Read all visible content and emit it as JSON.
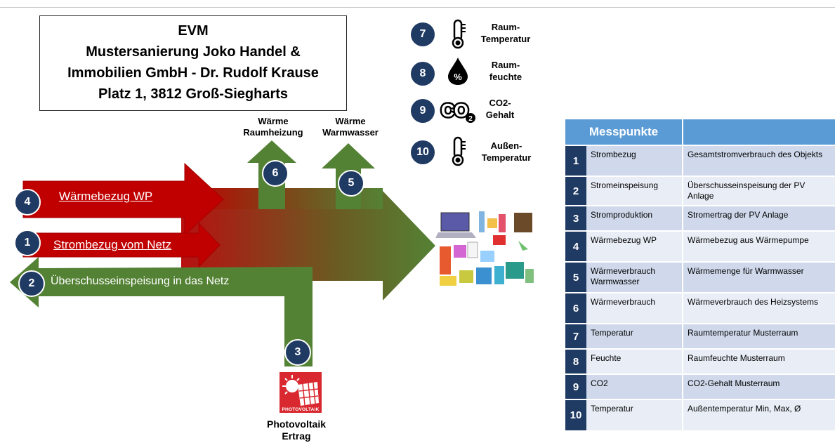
{
  "title_box": {
    "line1": "EVM",
    "line2": "Mustersanierung Joko Handel &",
    "line3": "Immobilien GmbH - Dr. Rudolf Krause",
    "line4": "Platz 1, 3812 Groß-Siegharts"
  },
  "flows": {
    "waerme_raumheizung": {
      "number": "6",
      "label_line1": "Wärme",
      "label_line2": "Raumheizung"
    },
    "waerme_warmwasser": {
      "number": "5",
      "label_line1": "Wärme",
      "label_line2": "Warmwasser"
    },
    "waermebezug_wp": {
      "number": "4",
      "label": "Wärmebezug WP"
    },
    "strombezug": {
      "number": "1",
      "label": "Strombezug vom Netz"
    },
    "ueberschuss": {
      "number": "2",
      "label": "Überschusseinspeisung in das Netz"
    },
    "photovoltaik": {
      "number": "3",
      "logo_text": "PHOTOVOLTAIK",
      "label_line1": "Photovoltaik",
      "label_line2": "Ertrag"
    }
  },
  "legend": [
    {
      "number": "7",
      "icon": "thermometer-icon",
      "line1": "Raum-",
      "line2": "Temperatur"
    },
    {
      "number": "8",
      "icon": "humidity-drop-icon",
      "line1": "Raum-",
      "line2": "feuchte"
    },
    {
      "number": "9",
      "icon": "co2-icon",
      "line1": "CO2-",
      "line2": "Gehalt"
    },
    {
      "number": "10",
      "icon": "thermometer-icon",
      "line1": "Außen-",
      "line2": "Temperatur"
    }
  ],
  "colors": {
    "navy": "#1f3a63",
    "red": "#c00000",
    "green": "#548235",
    "header_blue": "#5b9bd5"
  },
  "table": {
    "header": "Messpunkte",
    "header2": "",
    "rows": [
      {
        "num": "1",
        "name": "Strombezug",
        "desc": "Gesamtstromverbrauch des Objekts"
      },
      {
        "num": "2",
        "name": "Stromeinspeisung",
        "desc": "Überschusseinspeisung der PV Anlage"
      },
      {
        "num": "3",
        "name": "Stromproduktion",
        "desc": "Stromertrag der PV Anlage"
      },
      {
        "num": "4",
        "name": "Wärmebezug WP",
        "desc": "Wärmebezug aus Wärmepumpe"
      },
      {
        "num": "5",
        "name": "Wärmeverbrauch Warmwasser",
        "desc": "Wärmemenge für Warmwasser"
      },
      {
        "num": "6",
        "name": "Wärmeverbrauch",
        "desc": "Wärmeverbrauch des Heizsystems"
      },
      {
        "num": "7",
        "name": "Temperatur",
        "desc": "Raumtemperatur Musterraum"
      },
      {
        "num": "8",
        "name": "Feuchte",
        "desc": "Raumfeuchte Musterraum"
      },
      {
        "num": "9",
        "name": "CO2",
        "desc": "CO2-Gehalt Musterraum"
      },
      {
        "num": "10",
        "name": "Temperatur",
        "desc": "Außentemperatur Min, Max, Ø"
      }
    ]
  }
}
